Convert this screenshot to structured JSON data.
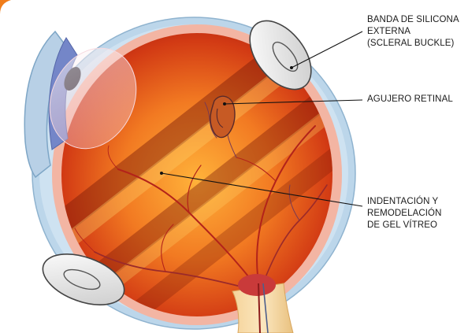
{
  "labels": {
    "scleral_buckle": [
      "BANDA DE SILICONA",
      "EXTERNA",
      "(SCLERAL BUCKLE)"
    ],
    "retinal_hole": [
      "AGUJERO RETINAL"
    ],
    "vitreous": [
      "INDENTACIÓN Y",
      "REMODELACIÓN",
      "DE GEL VÍTREO"
    ]
  },
  "colors": {
    "accent": "#f07d1a",
    "sclera": "#b7d3e8",
    "retina": "#e24a1a",
    "choroid": "#f4b4a0",
    "buckle": "#d9d9d9",
    "iris": "#6d7fc2"
  }
}
